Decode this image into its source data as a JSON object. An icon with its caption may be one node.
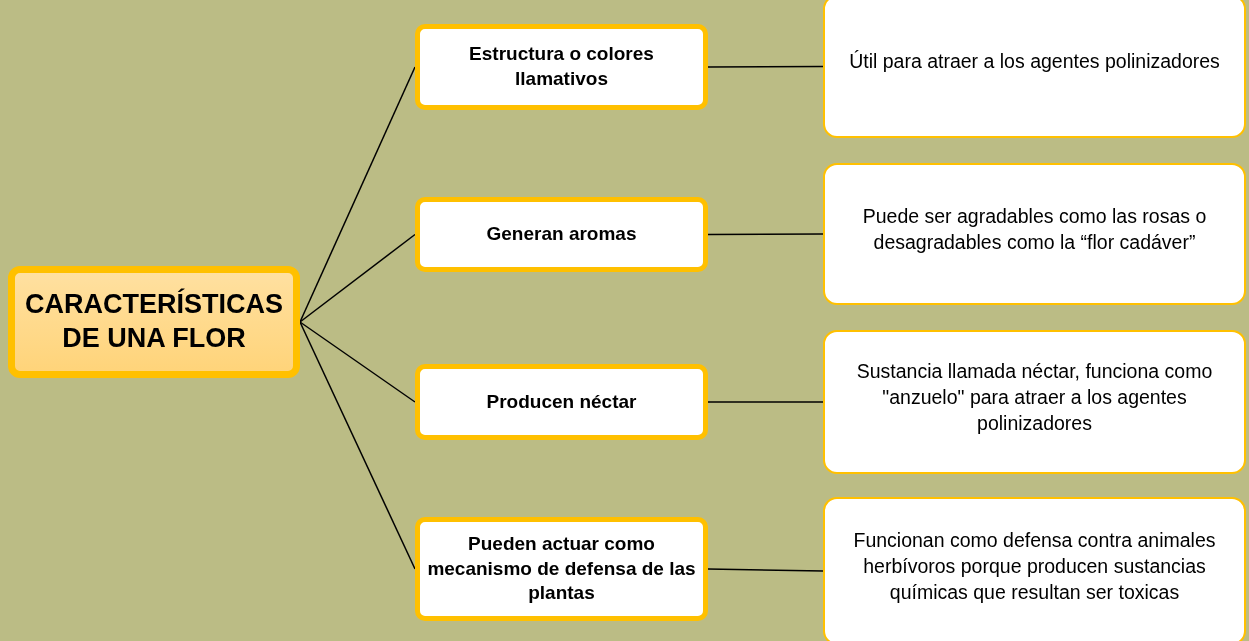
{
  "diagram": {
    "nodes": [
      {
        "text": [
          "CARACTERÍSTICAS DE UNA FLOR"
        ]
      },
      {
        "text": [
          "Estructura o colores llamativos"
        ]
      },
      {
        "text": [
          "Útil para atraer a los agentes polinizadores"
        ]
      },
      {
        "text": [
          "Generan aromas"
        ]
      },
      {
        "text": [
          "Puede ser agradables como las rosas o desagradables como la “flor cadáver”"
        ]
      },
      {
        "text": [
          "Producen néctar"
        ]
      },
      {
        "text": [
          "Sustancia llamada néctar, funciona como \"anzuelo\" para atraer a los agentes polinizadores"
        ]
      },
      {
        "text": [
          "Pueden actuar como mecanismo de defensa de las plantas"
        ]
      },
      {
        "text": [
          "Funcionan como defensa contra animales herbívoros porque producen sustancias químicas que resultan ser toxicas"
        ]
      }
    ],
    "edges": [
      {
        "from": 0,
        "to": 1,
        "arrow": "none"
      },
      {
        "from": 0,
        "to": 3,
        "arrow": "none"
      },
      {
        "from": 0,
        "to": 5,
        "arrow": "none"
      },
      {
        "from": 0,
        "to": 7,
        "arrow": "none"
      },
      {
        "from": 1,
        "to": 2,
        "arrow": "none"
      },
      {
        "from": 3,
        "to": 4,
        "arrow": "none"
      },
      {
        "from": 5,
        "to": 6,
        "arrow": "none"
      },
      {
        "from": 7,
        "to": 8,
        "arrow": "none"
      }
    ]
  }
}
